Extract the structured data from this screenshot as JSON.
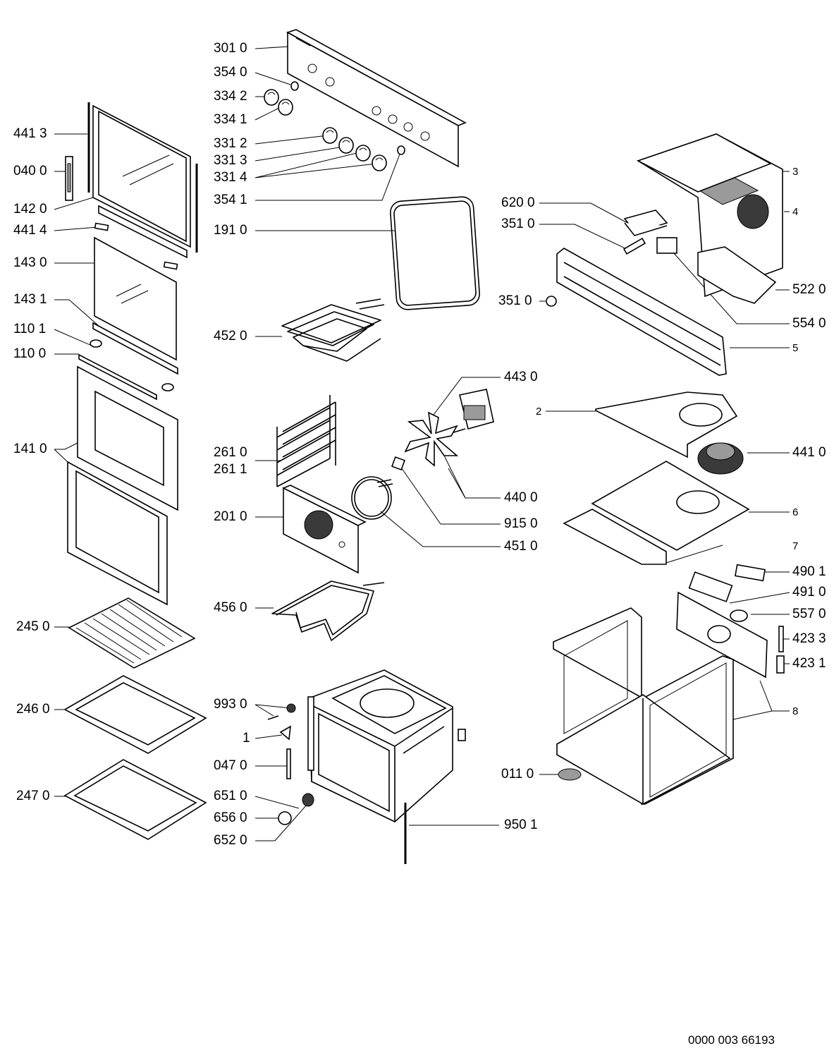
{
  "labels": {
    "p3010": "301 0",
    "p3540": "354 0",
    "p3342": "334 2",
    "p3341": "334 1",
    "p3312": "331 2",
    "p3313": "331 3",
    "p3314": "331 4",
    "p3541": "354 1",
    "p1910": "191 0",
    "p4520": "452 0",
    "p2610": "261 0",
    "p2611": "261 1",
    "p2010": "201 0",
    "p4560": "456 0",
    "p9930": "993 0",
    "p1": "1",
    "p0470": "047 0",
    "p6510": "651 0",
    "p6560": "656 0",
    "p6520": "652 0",
    "p9501": "950 1",
    "p4413": "441 3",
    "p0400": "040 0",
    "p1420": "142 0",
    "p4414": "441 4",
    "p1430": "143 0",
    "p1431": "143 1",
    "p1101": "110 1",
    "p1100": "110 0",
    "p1410": "141 0",
    "p2450": "245 0",
    "p2460": "246 0",
    "p2470": "247 0",
    "p3": "3",
    "p4": "4",
    "p6200": "620 0",
    "p3510a": "351 0",
    "p3510b": "351 0",
    "p5220": "522 0",
    "p5540": "554 0",
    "p5": "5",
    "p4430": "443 0",
    "p2": "2",
    "p4410": "441 0",
    "p4400": "440 0",
    "p6": "6",
    "p9150": "915 0",
    "p4510": "451 0",
    "p7": "7",
    "p4901": "490 1",
    "p4910": "491 0",
    "p5570": "557 0",
    "p4233": "423 3",
    "p4231": "423 1",
    "p8": "8",
    "p0110": "011 0"
  },
  "document_number": "0000 003 66193"
}
